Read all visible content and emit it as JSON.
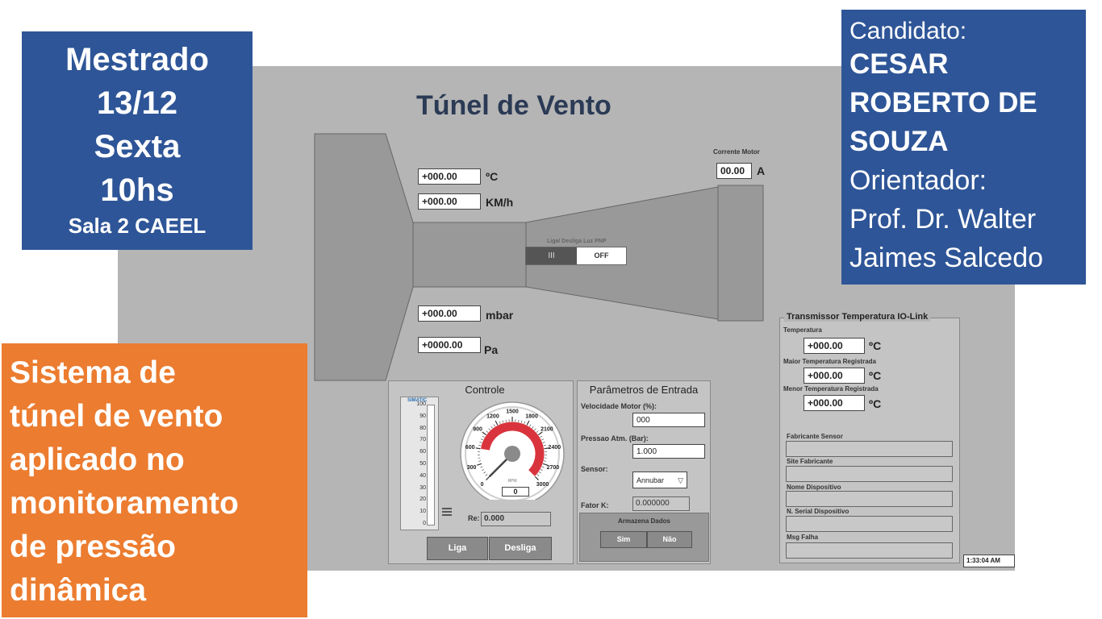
{
  "event": {
    "line1": "Mestrado",
    "line2": "13/12",
    "line3": "Sexta",
    "line4": "10hs",
    "line5": "Sala 2 CAEEL"
  },
  "candidate": {
    "label": "Candidato:",
    "name_l1": "CESAR",
    "name_l2": "ROBERTO DE",
    "name_l3": "SOUZA",
    "advisor_label": "Orientador:",
    "advisor_l1": "Prof. Dr. Walter",
    "advisor_l2": "Jaimes Salcedo"
  },
  "thesis": {
    "l1": "Sistema de",
    "l2": "túnel de vento",
    "l3": "aplicado no",
    "l4": "monitoramento",
    "l5": "de pressão",
    "l6": "dinâmica"
  },
  "hmi": {
    "title": "Túnel de Vento",
    "temp": {
      "value": "+000.00",
      "unit": "ºC"
    },
    "speed": {
      "value": "+000.00",
      "unit": "KM/h"
    },
    "pressure_mbar": {
      "value": "+000.00",
      "unit": "mbar"
    },
    "pressure_pa": {
      "value": "+0000.00",
      "unit": "Pa"
    },
    "motor_current": {
      "label": "Corrente Motor",
      "value": "00.00",
      "unit": "A"
    },
    "toggle": {
      "label": "Liga/ Desliga Luz PNP",
      "on_label": "III",
      "off_label": "OFF"
    },
    "controle": {
      "title": "Controle",
      "bar_brand": "SIMATIC",
      "bar_scale": [
        "100",
        "90",
        "80",
        "70",
        "60",
        "50",
        "40",
        "30",
        "20",
        "10",
        "0"
      ],
      "gauge_ticks": [
        "0",
        "300",
        "600",
        "900",
        "1200",
        "1500",
        "1800",
        "2100",
        "2400",
        "2700",
        "3000"
      ],
      "gauge_unit": "RPM",
      "gauge_value": "0",
      "re_label": "Re:",
      "re_value": "0.000",
      "on_button": "Liga",
      "off_button": "Desliga"
    },
    "params": {
      "title": "Parâmetros de Entrada",
      "speed_label": "Velocidade Motor (%):",
      "speed_value": "000",
      "pressure_label": "Pressao Atm. (Bar):",
      "pressure_value": "1.000",
      "sensor_label": "Sensor:",
      "sensor_value": "Annubar",
      "factor_label": "Fator K:",
      "factor_value": "0.000000",
      "store_title": "Armazena Dados",
      "yes_button": "Sim",
      "no_button": "Não"
    },
    "transmitter": {
      "title": "Transmissor Temperatura IO-Link",
      "temp_label": "Temperatura",
      "temp_value": "+000.00",
      "max_label": "Maior Temperatura Registrada",
      "max_value": "+000.00",
      "min_label": "Menor Temperatura Registrada",
      "min_value": "+000.00",
      "unit": "ºC",
      "manufacturer_label": "Fabricante Sensor",
      "site_label": "Site Fabricante",
      "device_label": "Nome Dispositivo",
      "serial_label": "N. Serial Dispositivo",
      "fault_label": "Msg Falha"
    },
    "clock": "1:33:04 AM"
  }
}
